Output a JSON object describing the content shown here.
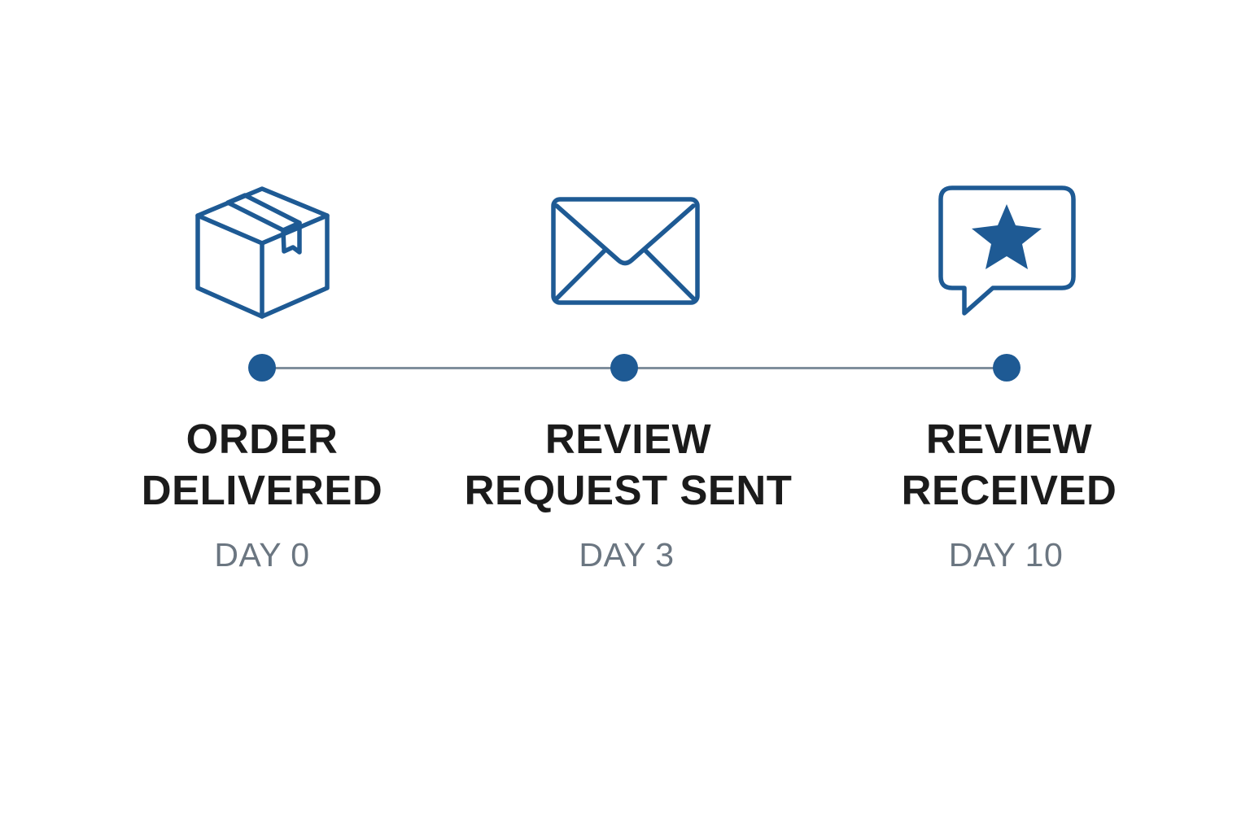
{
  "colors": {
    "icon": "#1e5a94",
    "dot": "#1e5a94",
    "line": "#7f8e9c",
    "title": "#1b1b1b",
    "day": "#6b7681",
    "background": "#ffffff"
  },
  "steps": [
    {
      "icon": "package-box-icon",
      "title_line1": "ORDER",
      "title_line2": "DELIVERED",
      "day": "DAY 0"
    },
    {
      "icon": "envelope-icon",
      "title_line1": "REVIEW",
      "title_line2": "REQUEST SENT",
      "day": "DAY 3"
    },
    {
      "icon": "star-chat-bubble-icon",
      "title_line1": "REVIEW",
      "title_line2": "RECEIVED",
      "day": "DAY 10"
    }
  ]
}
